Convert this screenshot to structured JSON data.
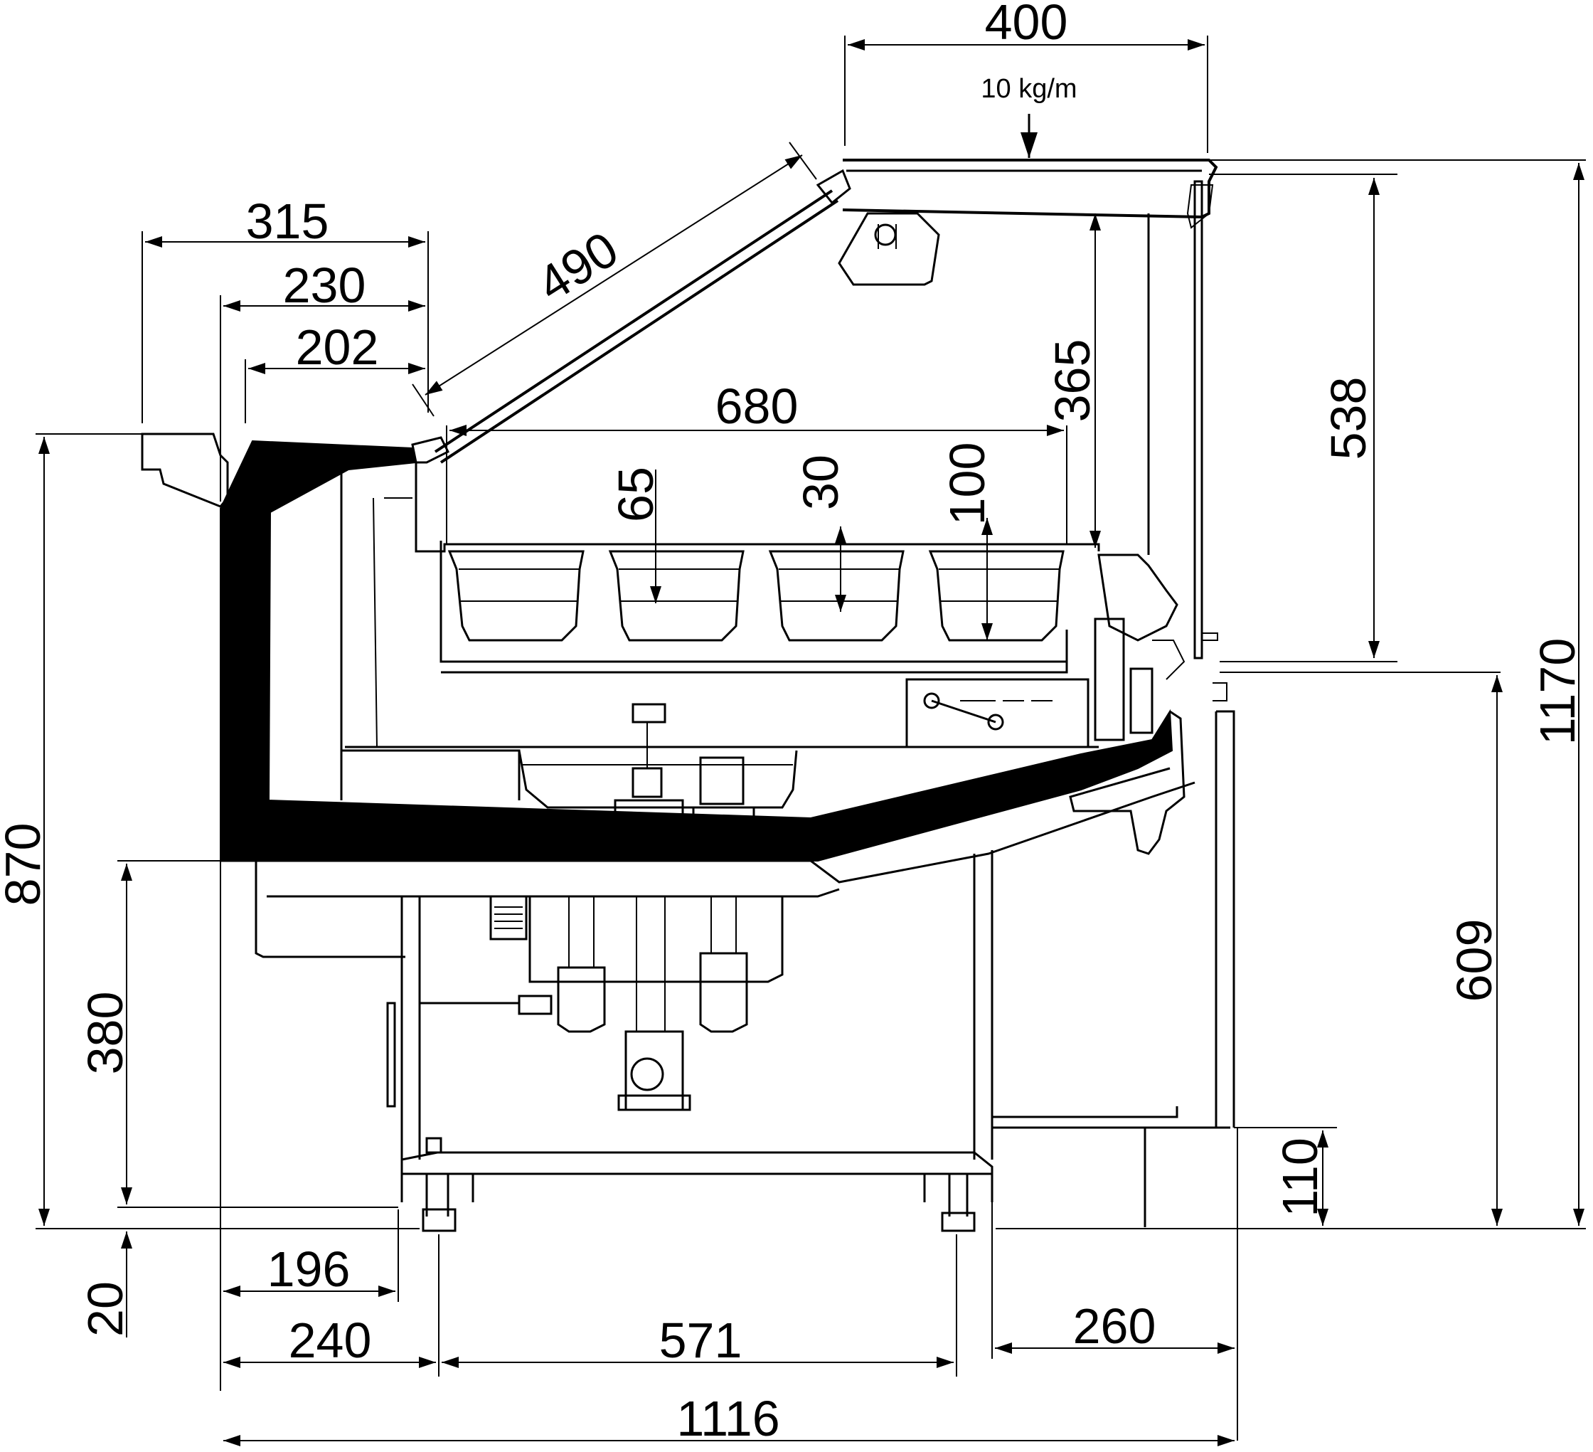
{
  "dimensions": {
    "d400": "400",
    "load": "10 kg/m",
    "d315": "315",
    "d230": "230",
    "d202": "202",
    "d490": "490",
    "d680": "680",
    "d365": "365",
    "d538": "538",
    "d65": "65",
    "d30": "30",
    "d100": "100",
    "d1170": "1170",
    "d870": "870",
    "d609": "609",
    "d380": "380",
    "d110": "110",
    "d20": "20",
    "d196": "196",
    "d240": "240",
    "d571": "571",
    "d260": "260",
    "d1116": "1116"
  }
}
